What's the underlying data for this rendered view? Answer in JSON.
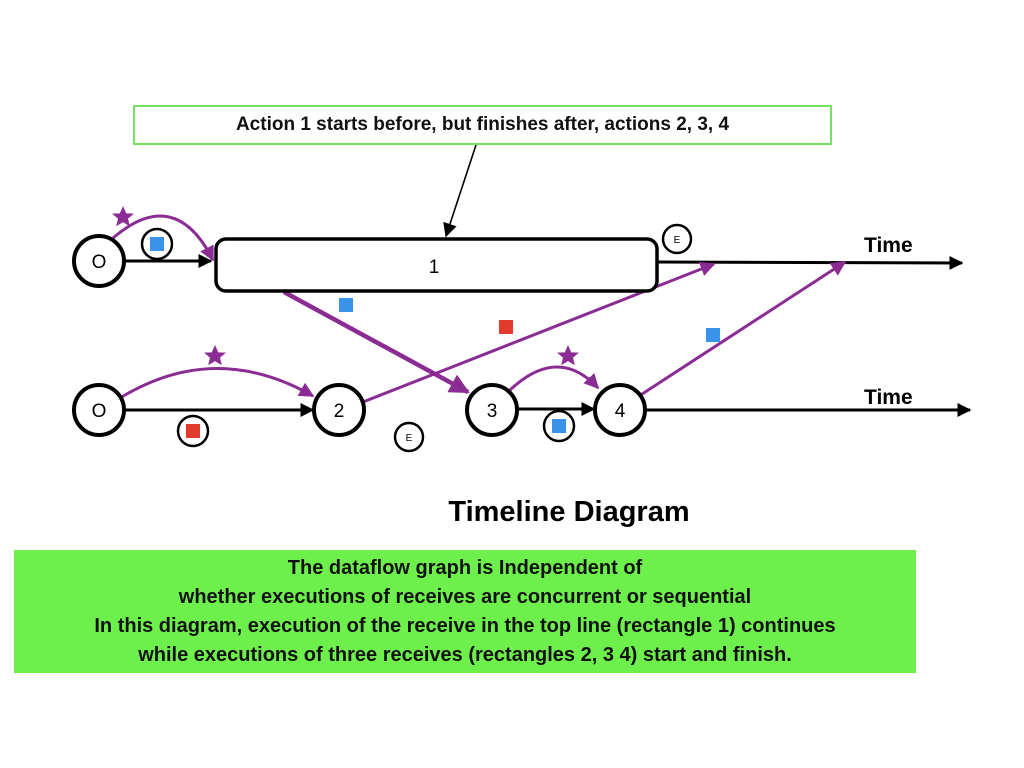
{
  "callout": {
    "text": "Action 1 starts before,  but finishes after,  actions 2, 3, 4"
  },
  "top_line": {
    "origin_label": "O",
    "action_label": "1",
    "end_marker": "E",
    "time_label": "Time"
  },
  "bottom_line": {
    "origin_label": "O",
    "nodes": [
      "2",
      "3",
      "4"
    ],
    "end_marker": "E",
    "time_label": "Time"
  },
  "title": "Timeline Diagram",
  "note": {
    "lines": [
      "The dataflow graph is Independent of",
      "whether executions of receives are concurrent or sequential",
      "In this diagram, execution of the receive in the top line (rectangle 1) continues",
      "while executions of three receives (rectangles 2, 3 4) start and finish."
    ]
  },
  "colors": {
    "purple": "#8a2c94",
    "blue_token": "#3a93ea",
    "red_token": "#e23b2b",
    "green_box": "#6df04c",
    "green_border": "#76e060"
  },
  "icons": [
    "star-icon",
    "blue-square-token",
    "red-square-token",
    "end-marker"
  ]
}
